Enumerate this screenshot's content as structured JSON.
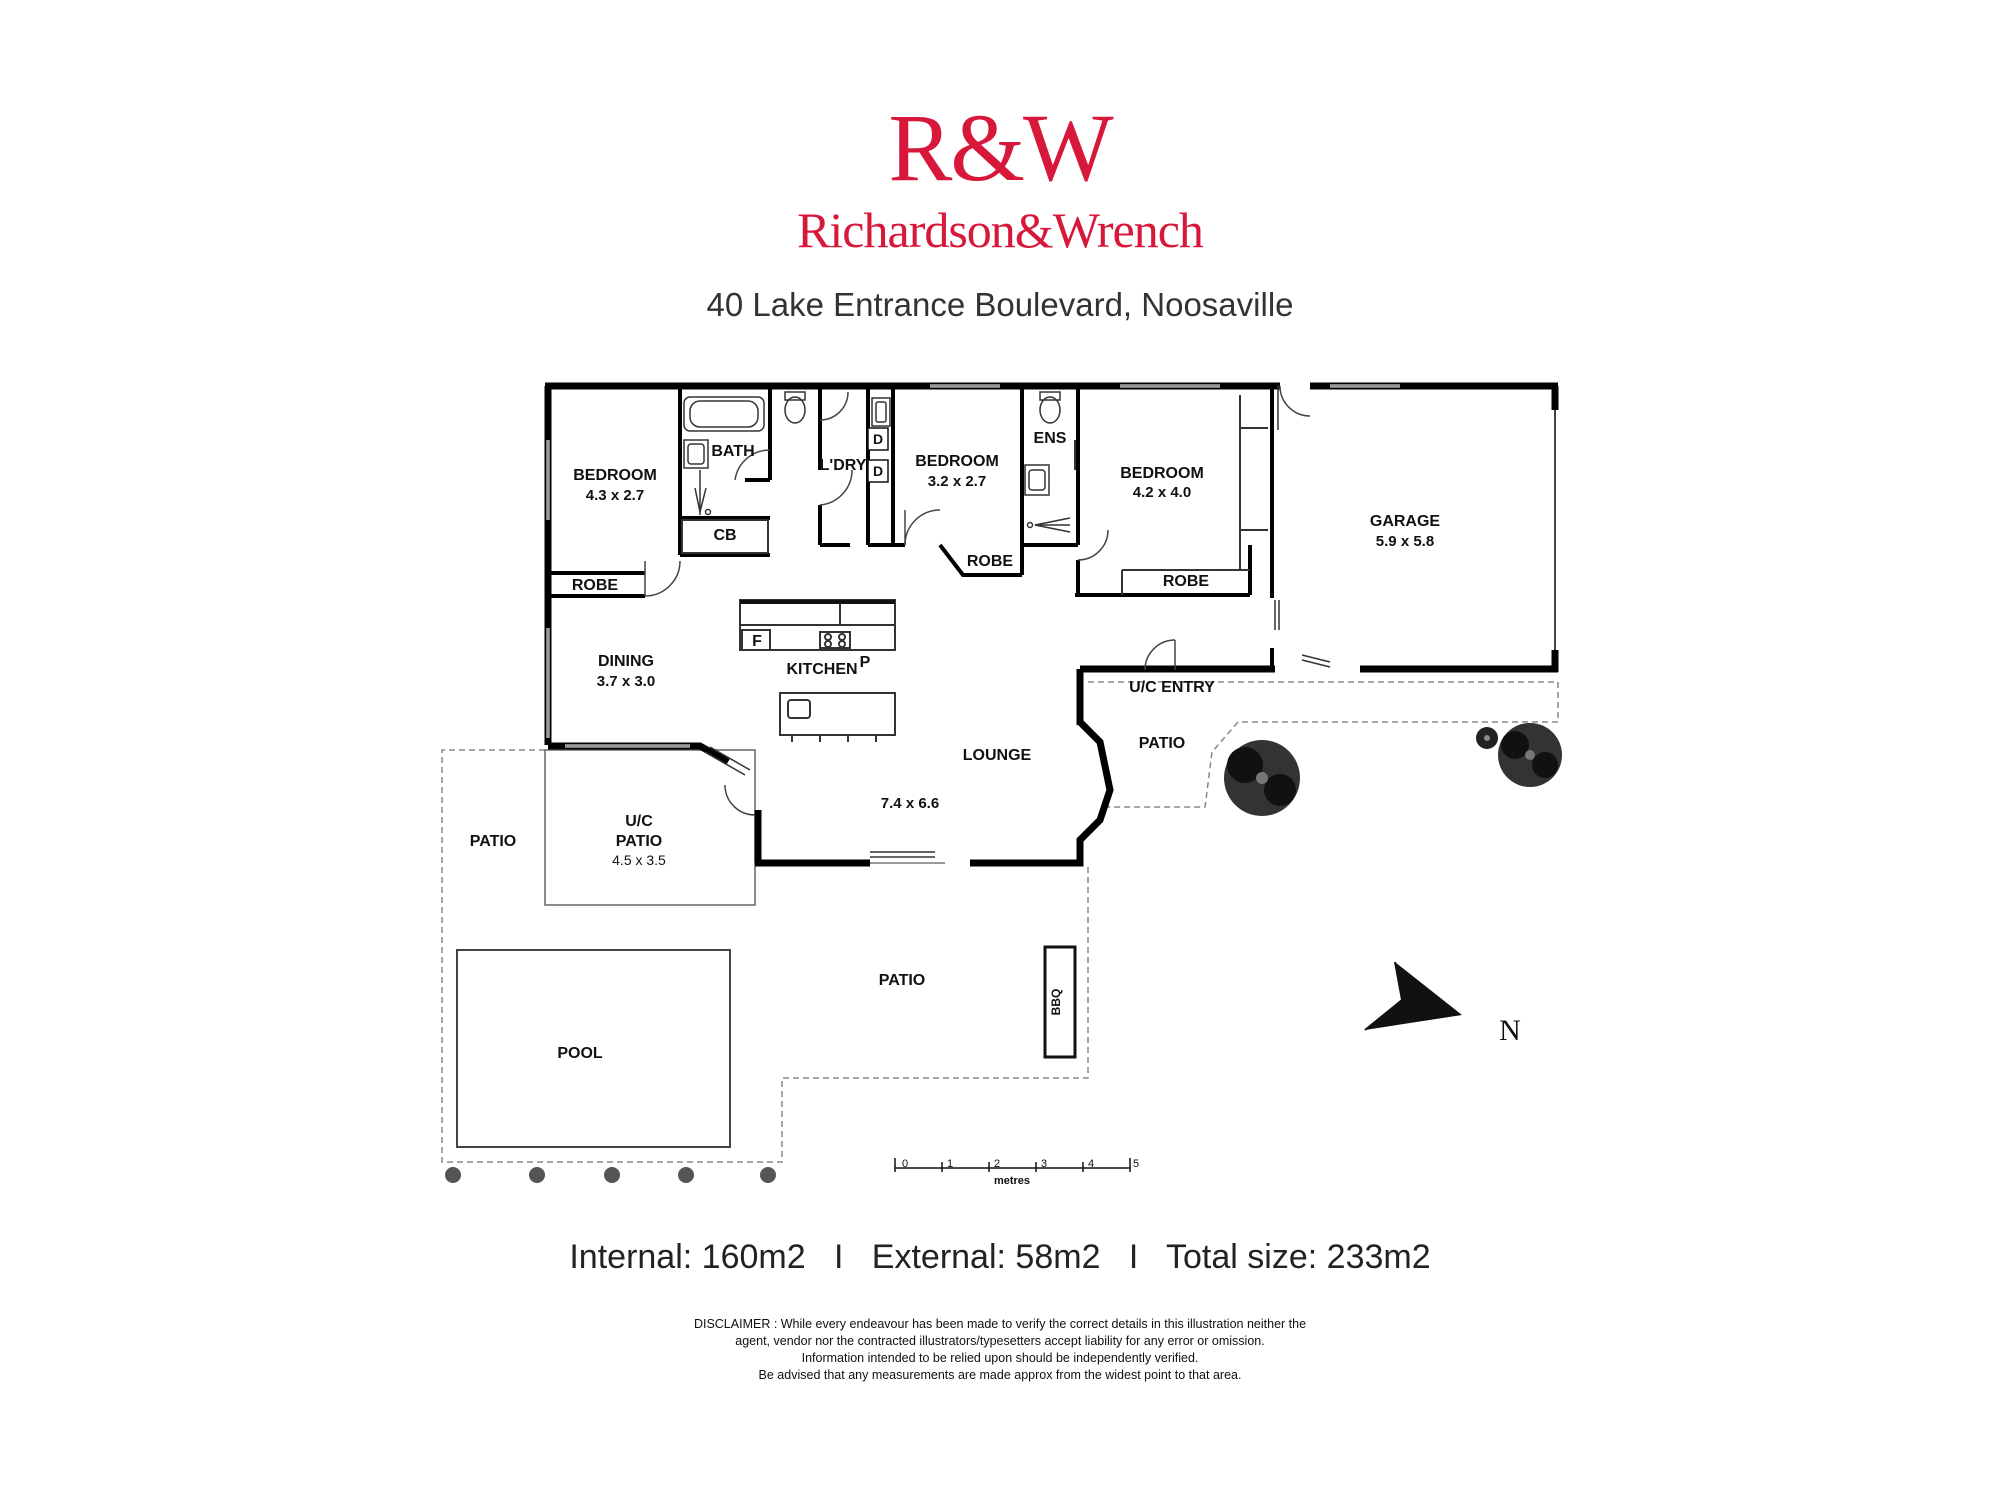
{
  "brand": {
    "mark": "R&W",
    "name": "Richardson&Wrench",
    "color": "#d7183a"
  },
  "address": "40 Lake Entrance Boulevard, Noosaville",
  "rooms": {
    "bedroom_1": {
      "label": "BEDROOM",
      "dims": "4.3 x 2.7"
    },
    "bath": {
      "label": "BATH"
    },
    "cb": {
      "label": "CB"
    },
    "robe_1": {
      "label": "ROBE"
    },
    "laundry": {
      "label": "L'DRY"
    },
    "laundry_d1": {
      "label": "D"
    },
    "laundry_d2": {
      "label": "D"
    },
    "bedroom_2": {
      "label": "BEDROOM",
      "dims": "3.2 x 2.7"
    },
    "robe_2": {
      "label": "ROBE"
    },
    "ensuite": {
      "label": "ENS"
    },
    "bedroom_3": {
      "label": "BEDROOM",
      "dims": "4.2 x 4.0"
    },
    "robe_3": {
      "label": "ROBE"
    },
    "garage": {
      "label": "GARAGE",
      "dims": "5.9 x 5.8"
    },
    "dining": {
      "label": "DINING",
      "dims": "3.7 x 3.0"
    },
    "kitchen": {
      "label": "KITCHEN",
      "pantry": "P",
      "fridge": "F"
    },
    "lounge": {
      "label": "LOUNGE",
      "dims": "7.4 x 6.6"
    },
    "uc_entry": {
      "label": "U/C ENTRY"
    },
    "patio_front": {
      "label": "PATIO"
    },
    "uc_patio": {
      "label_1": "U/C",
      "label_2": "PATIO",
      "dims": "4.5 x 3.5"
    },
    "patio_west": {
      "label": "PATIO"
    },
    "patio_main": {
      "label": "PATIO"
    },
    "bbq": {
      "label": "BBQ"
    },
    "pool": {
      "label": "POOL"
    }
  },
  "compass": {
    "label": "N",
    "icon": "north-arrow-icon"
  },
  "scale_bar": {
    "ticks": [
      "0",
      "1",
      "2",
      "3",
      "4",
      "5"
    ],
    "unit": "metres"
  },
  "sizes": {
    "internal_label": "Internal:",
    "internal_value": "160m2",
    "external_label": "External:",
    "external_value": "58m2",
    "total_label": "Total size:",
    "total_value": "233m2",
    "separator": "I"
  },
  "disclaimer": [
    "DISCLAIMER : While every endeavour has been made to verify the correct details in this illustration neither the",
    "agent, vendor nor the contracted illustrators/typesetters accept liability for any error or omission.",
    "Information intended to be relied upon should be independently verified.",
    "Be advised that any measurements are made approx from the widest point to that area."
  ]
}
